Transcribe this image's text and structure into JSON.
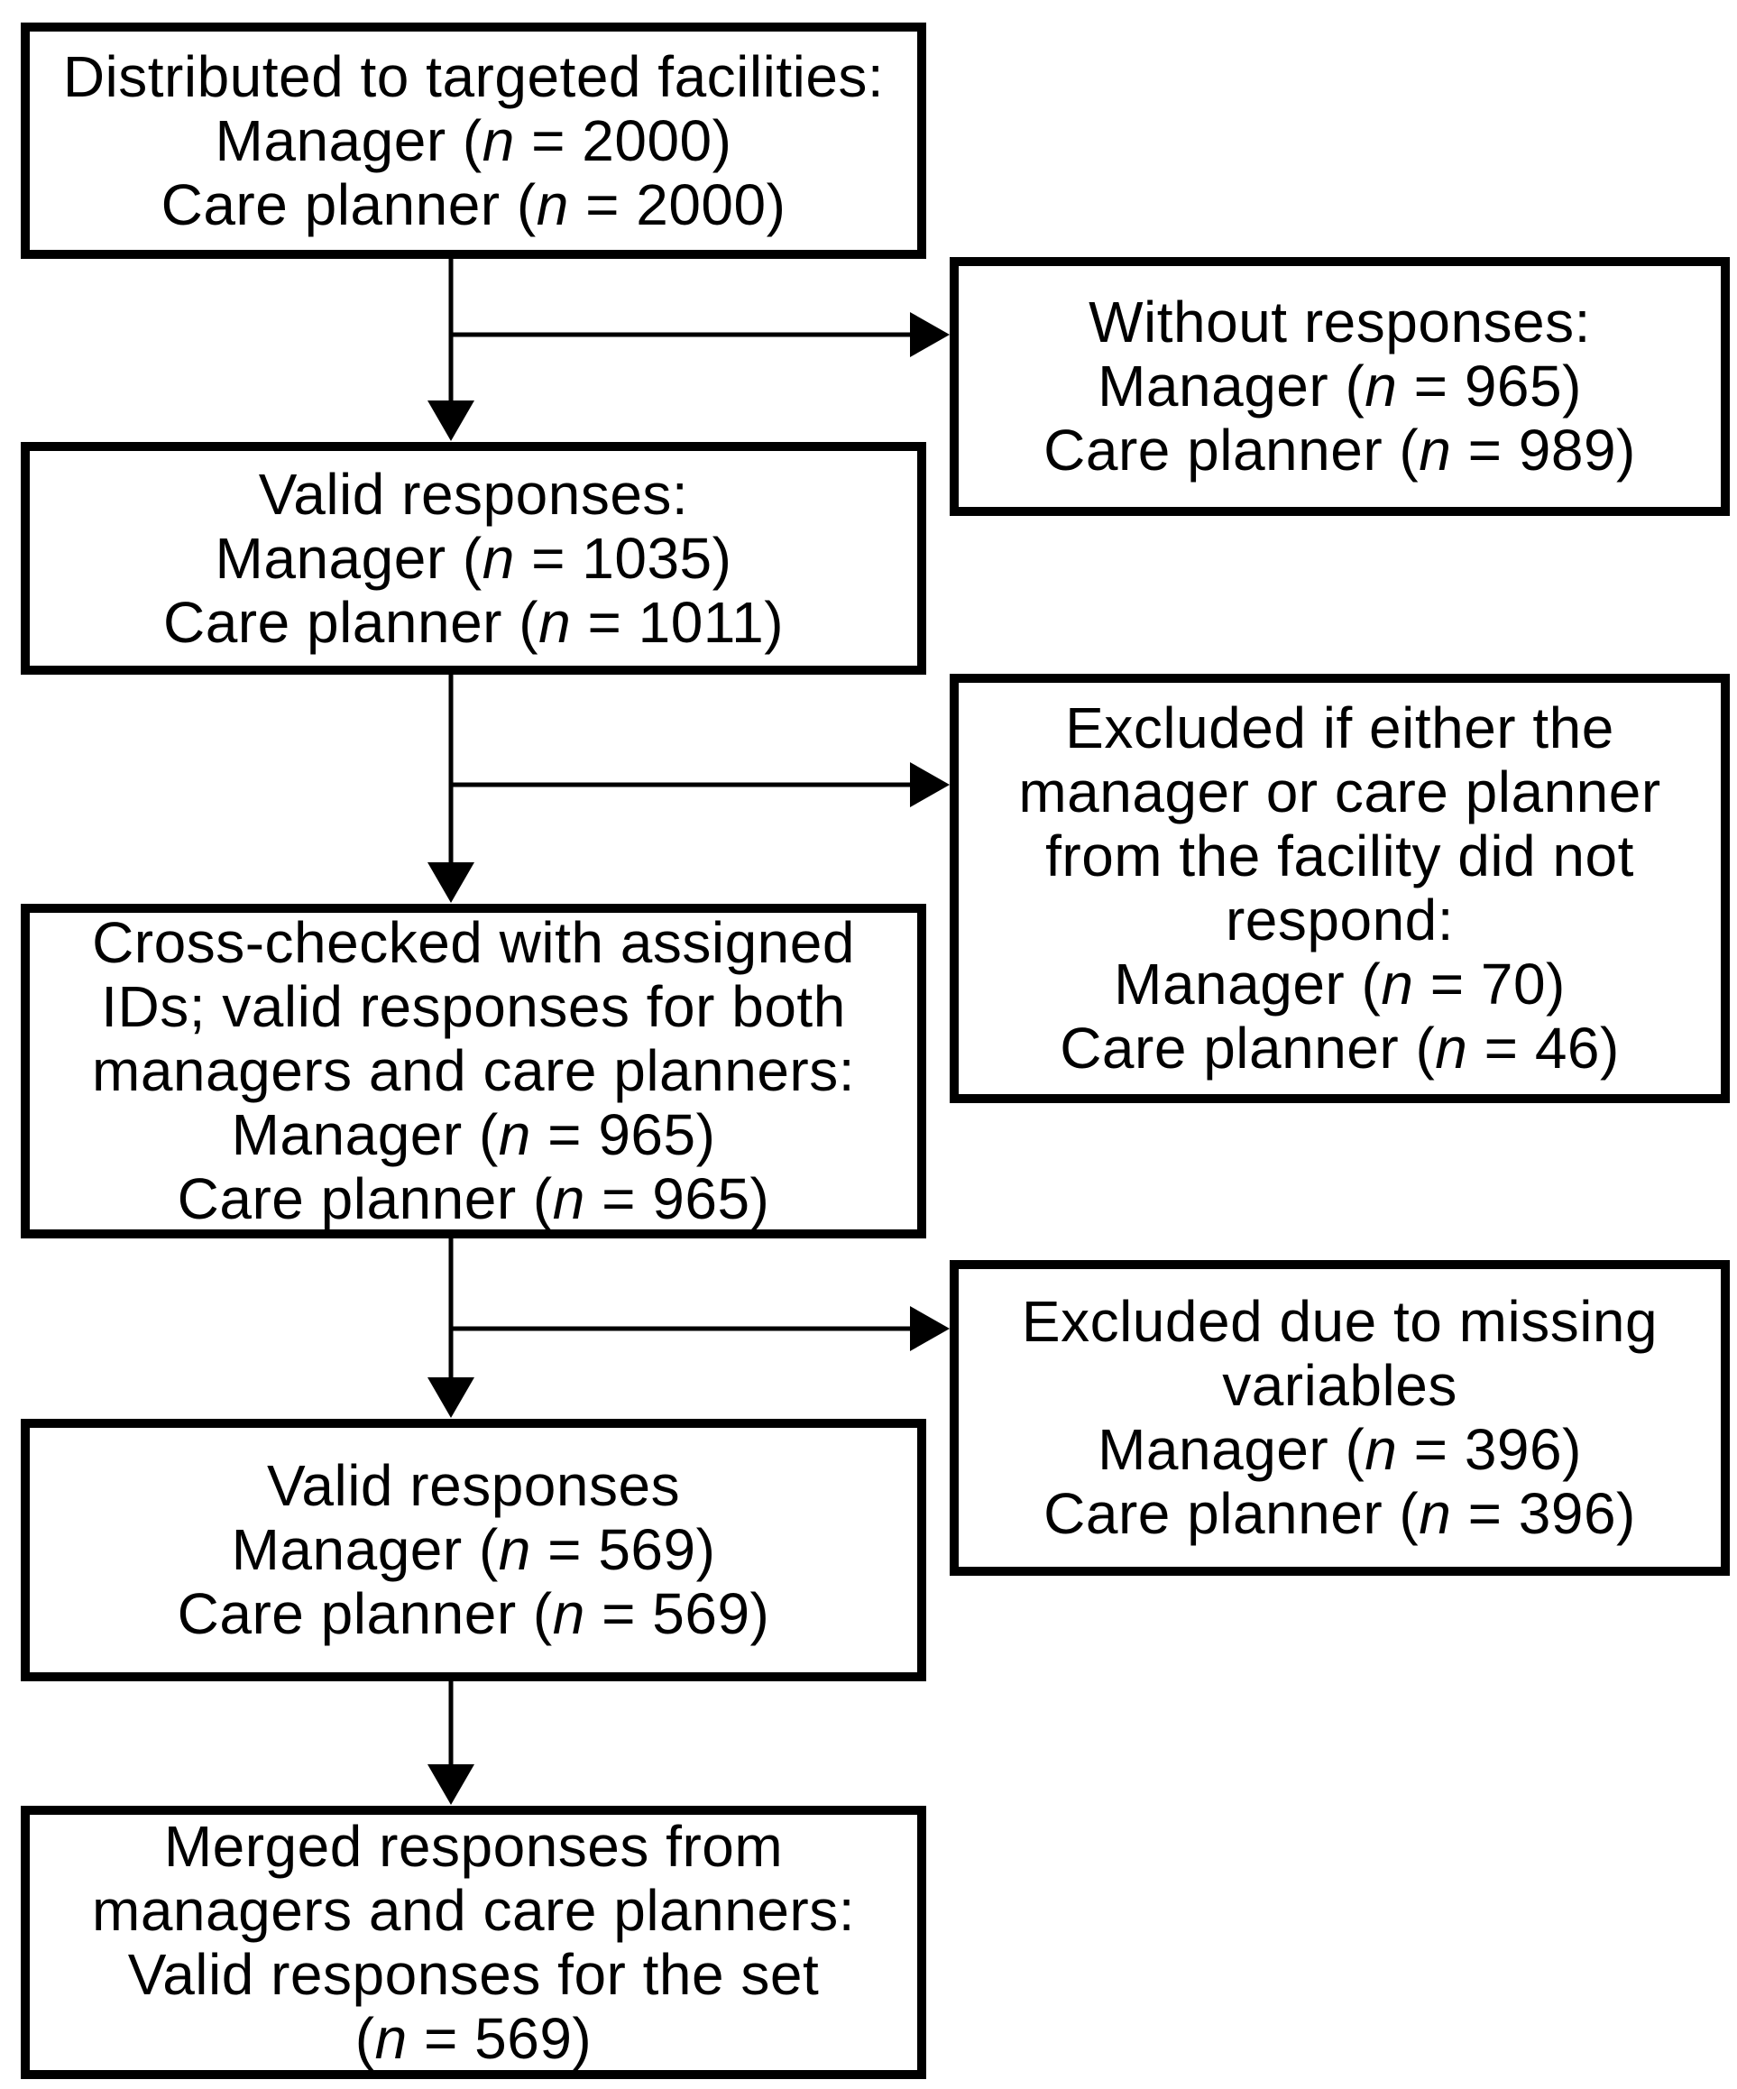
{
  "colors": {
    "ink": "#000000",
    "paper": "#ffffff"
  },
  "flowchart": {
    "boxes": {
      "distributed": {
        "lines": [
          "Distributed to targeted facilities:",
          "Manager (n = 2000)",
          "Care planner (n = 2000)"
        ]
      },
      "without_responses": {
        "lines": [
          "Without responses:",
          "Manager (n = 965)",
          "Care planner (n = 989)"
        ]
      },
      "valid_responses": {
        "lines": [
          "Valid responses:",
          "Manager (n = 1035)",
          "Care planner (n = 1011)"
        ]
      },
      "excluded_nonresponse": {
        "lines": [
          "Excluded if either the",
          "manager or care planner",
          "from the facility did not",
          "respond:",
          "Manager (n = 70)",
          "Care planner (n = 46)"
        ]
      },
      "cross_checked": {
        "lines": [
          "Cross-checked with assigned",
          "IDs; valid responses for both",
          "managers and care planners:",
          "Manager (n = 965)",
          "Care planner (n = 965)"
        ]
      },
      "excluded_missing": {
        "lines": [
          "Excluded due to missing",
          "variables",
          "Manager (n = 396)",
          "Care planner (n = 396)"
        ]
      },
      "valid_responses_final": {
        "lines": [
          "Valid responses",
          "Manager (n = 569)",
          "Care planner (n = 569)"
        ]
      },
      "merged": {
        "lines": [
          "Merged responses from",
          "managers and care planners:",
          "Valid responses for the set",
          "(n = 569)"
        ]
      }
    }
  }
}
